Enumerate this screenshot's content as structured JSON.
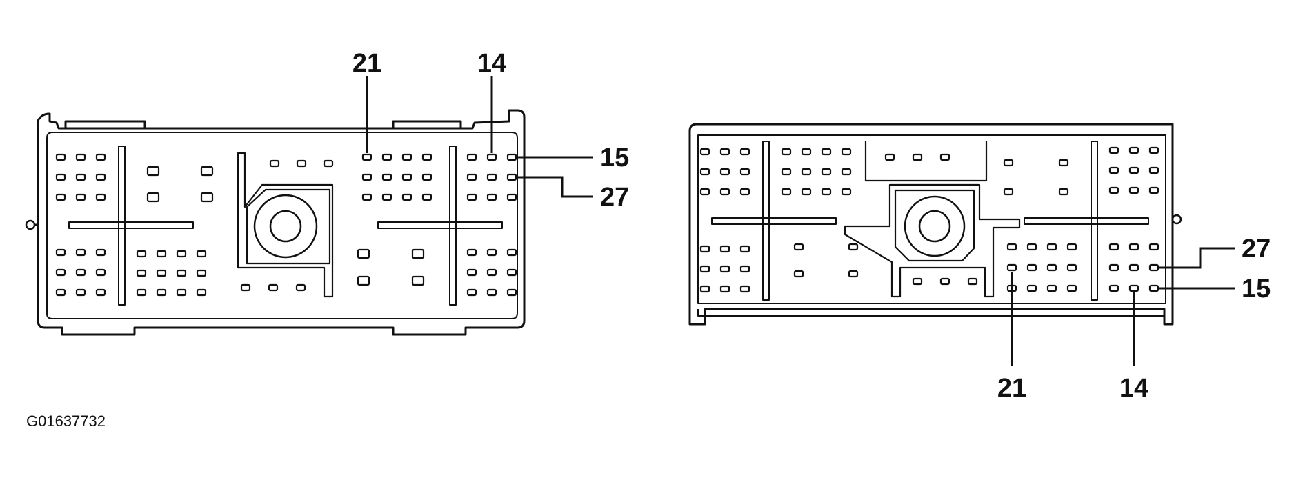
{
  "diagram": {
    "figure_id": "G01637732",
    "line_color": "#111111",
    "background": "#ffffff",
    "left_connector": {
      "callouts": [
        "21",
        "14",
        "15",
        "27"
      ]
    },
    "right_connector": {
      "callouts": [
        "27",
        "15",
        "21",
        "14"
      ]
    }
  }
}
